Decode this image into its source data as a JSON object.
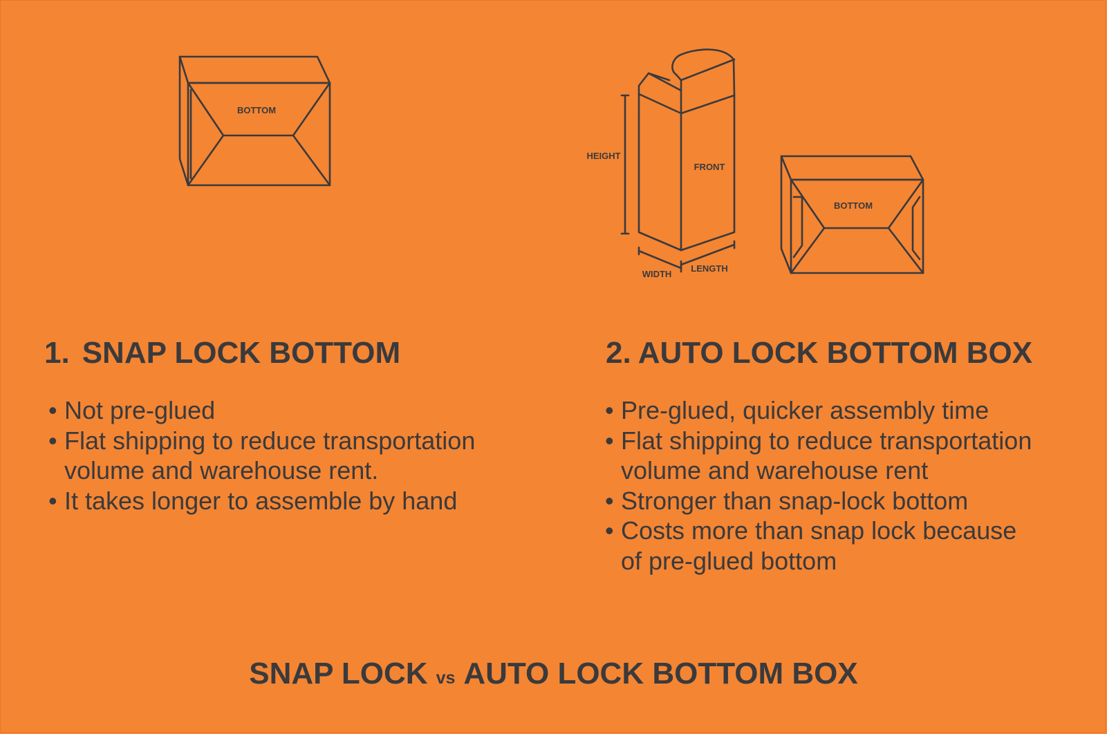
{
  "diagram_labels": {
    "snap_bottom": "BOTTOM",
    "height": "HEIGHT",
    "front": "FRONT",
    "width": "WIDTH",
    "length": "LENGTH",
    "auto_bottom": "BOTTOM"
  },
  "section1": {
    "number": "1.",
    "title": "SNAP LOCK BOTTOM",
    "bullet_char": "•",
    "items": [
      {
        "lines": [
          "Not pre-glued"
        ]
      },
      {
        "lines": [
          "Flat shipping to reduce transportation",
          "volume and warehouse rent."
        ]
      },
      {
        "lines": [
          "It takes longer to assemble by hand"
        ]
      }
    ]
  },
  "section2": {
    "number": "2.",
    "title": "AUTO LOCK BOTTOM BOX",
    "bullet_char": "•",
    "items": [
      {
        "lines": [
          "Pre-glued, quicker assembly time"
        ]
      },
      {
        "lines": [
          "Flat shipping to reduce transportation",
          "volume and warehouse rent"
        ]
      },
      {
        "lines": [
          "Stronger than snap-lock bottom"
        ]
      },
      {
        "lines": [
          "Costs more than snap lock because",
          "of pre-glued bottom"
        ]
      }
    ]
  },
  "footer": {
    "left": "SNAP LOCK",
    "vs": "vs",
    "right": "AUTO LOCK BOTTOM BOX"
  },
  "colors": {
    "background": "#F48533",
    "ink": "#3A3A3C"
  }
}
